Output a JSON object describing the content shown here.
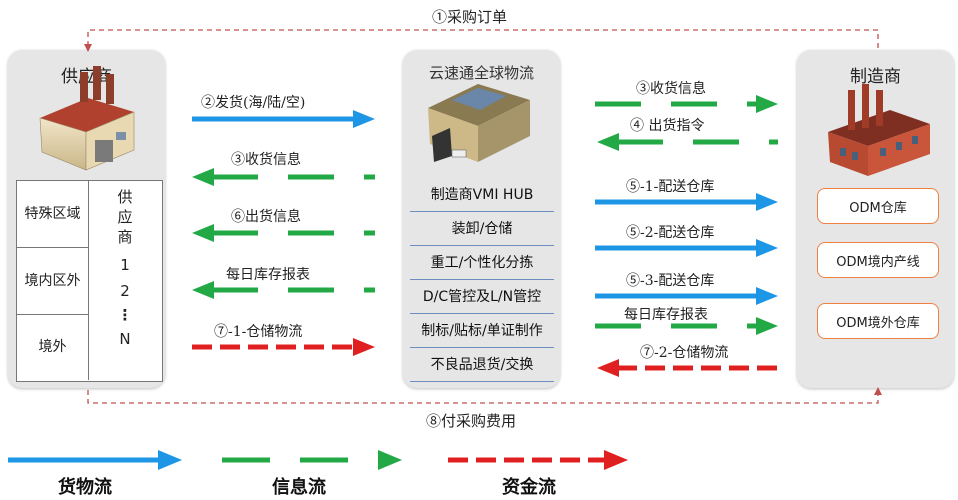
{
  "colors": {
    "goods": "#1e96e6",
    "info": "#22a845",
    "money": "#e02020",
    "border": "#c0504d"
  },
  "supplier": {
    "title": "供应商",
    "grid": {
      "r1": "特殊区域",
      "r2": "境内区外",
      "r3": "境外",
      "v1": "供",
      "v2": "应",
      "v3": "商",
      "n1": "1",
      "n2": "2",
      "dots": "⋮",
      "nn": "N"
    }
  },
  "hub": {
    "title": "云速通全球物流",
    "items": [
      "制造商VMI  HUB",
      "装卸/仓储",
      "重工/个性化分拣",
      "D/C管控及L/N管控",
      "制标/贴标/单证制作",
      "不良品退货/交换"
    ]
  },
  "manufacturer": {
    "title": "制造商",
    "boxes": [
      "ODM仓库",
      "ODM境内产线",
      "ODM境外仓库"
    ]
  },
  "flows": {
    "top": "①采购订单",
    "bottom": "⑧付采购费用",
    "left": [
      "②发货(海/陆/空)",
      "③收货信息",
      "⑥出货信息",
      "每日库存报表",
      "⑦-1-仓储物流"
    ],
    "right": [
      "③收货信息",
      "④ 出货指令",
      "⑤-1-配送仓库",
      "⑤-2-配送仓库",
      "⑤-3-配送仓库",
      "每日库存报表",
      "⑦-2-仓储物流"
    ]
  },
  "legend": {
    "goods": "货物流",
    "info": "信息流",
    "money": "资金流"
  }
}
